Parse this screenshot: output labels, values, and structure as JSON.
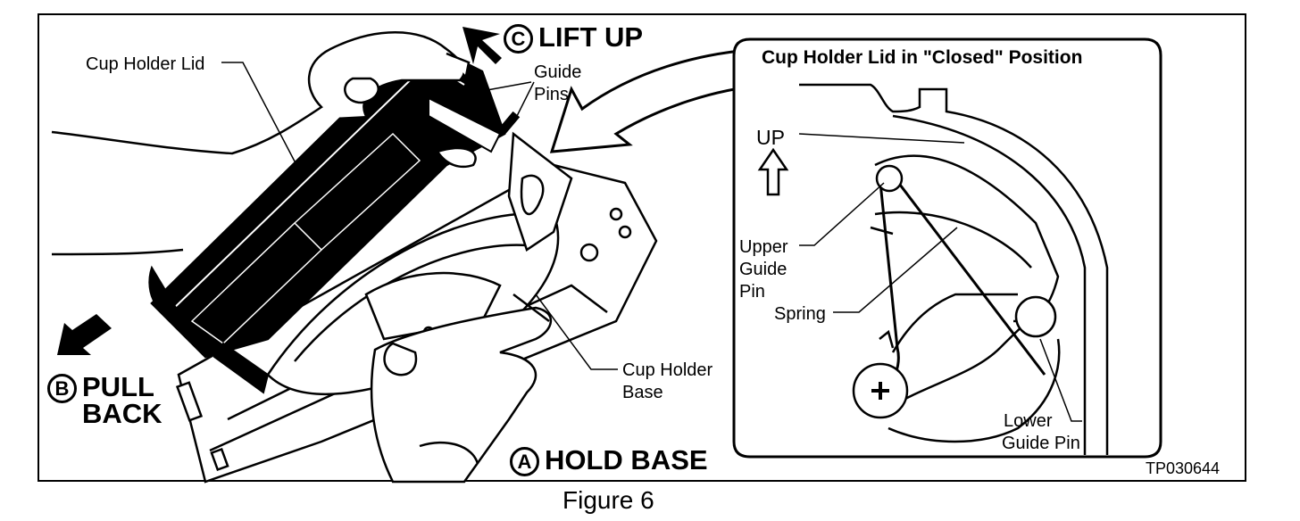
{
  "figure": {
    "caption": "Figure 6",
    "code": "TP030644"
  },
  "steps": {
    "lift_up": {
      "letter": "C",
      "text": "LIFT UP"
    },
    "pull_back": {
      "letter": "B",
      "line1": "PULL",
      "line2": "BACK"
    },
    "hold_base": {
      "letter": "A",
      "text": "HOLD BASE"
    }
  },
  "labels": {
    "cup_holder_lid": "Cup Holder Lid",
    "guide_pins_1": "Guide",
    "guide_pins_2": "Pins",
    "cup_holder_base_1": "Cup Holder",
    "cup_holder_base_2": "Base"
  },
  "inset": {
    "title": "Cup Holder Lid in \"Closed\" Position",
    "up": "UP",
    "upper_guide_1": "Upper",
    "upper_guide_2": "Guide",
    "upper_guide_3": "Pin",
    "spring": "Spring",
    "lower_guide_1": "Lower",
    "lower_guide_2": "Guide Pin"
  }
}
